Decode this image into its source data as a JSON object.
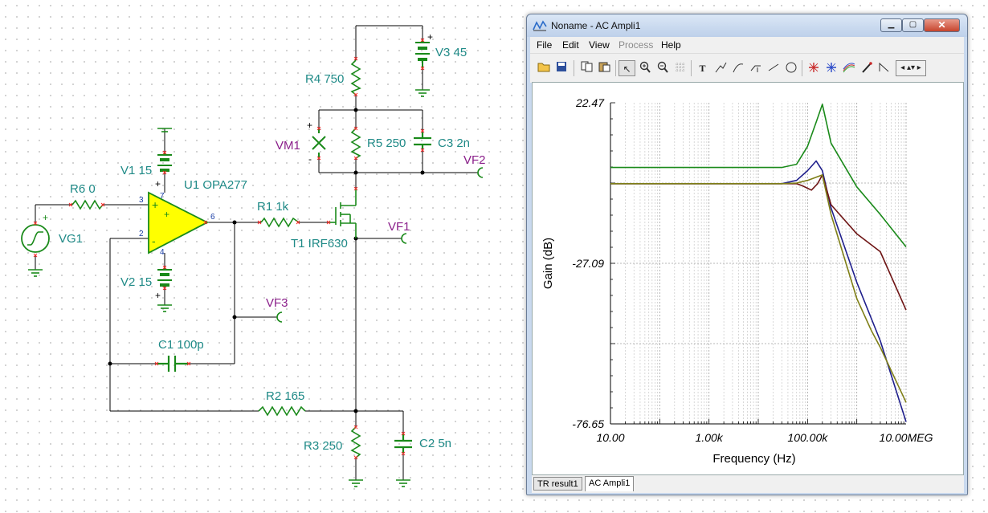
{
  "schematic": {
    "components": {
      "r6": "R6 0",
      "vg1": "VG1",
      "v1": "V1 15",
      "u1": "U1 OPA277",
      "v2": "V2 15",
      "r1": "R1 1k",
      "t1": "T1 IRF630",
      "r4": "R4 750",
      "v3": "V3 45",
      "vm1": "VM1",
      "r5": "R5 250",
      "c3": "C3 2n",
      "vf2": "VF2",
      "vf1": "VF1",
      "vf3": "VF3",
      "c1": "C1 100p",
      "r2": "R2 165",
      "r3": "R3 250",
      "c2": "C2 5n"
    },
    "pins": {
      "p3": "3",
      "p2": "2",
      "p6": "6",
      "p7": "7",
      "p4": "4",
      "plus": "+",
      "minus": "-"
    },
    "colors": {
      "wire": "#000000",
      "component": "#1a8a1a",
      "label": "#1f8a87",
      "probe": "#8a1e8a",
      "opamp_fill": "#ffff00",
      "pin_marker": "#ff2a2a"
    }
  },
  "window": {
    "title": "Noname - AC Ampli1",
    "icon": "tina-app-icon",
    "menu": [
      {
        "label": "File",
        "enabled": true
      },
      {
        "label": "Edit",
        "enabled": true
      },
      {
        "label": "View",
        "enabled": true
      },
      {
        "label": "Process",
        "enabled": false
      },
      {
        "label": "Help",
        "enabled": true
      }
    ],
    "tabs": [
      {
        "label": "TR result1"
      },
      {
        "label": "AC Ampli1"
      }
    ],
    "active_tab": "AC Ampli1"
  },
  "chart_data": {
    "type": "line",
    "title": "",
    "xlabel": "Frequency (Hz)",
    "ylabel": "Gain (dB)",
    "x_scale": "log",
    "xlim": [
      10,
      10000000
    ],
    "ylim": [
      -76.65,
      22.47
    ],
    "x_tick_labels": [
      "10.00",
      "1.00k",
      "100.00k",
      "10.00MEG"
    ],
    "y_tick_labels": [
      "22.47",
      "-27.09",
      "-76.65"
    ],
    "grid": true,
    "series": [
      {
        "color": "#1a8a1a",
        "x": [
          10,
          1000,
          30000,
          60000,
          100000,
          150000,
          200000,
          300000,
          1000000,
          3000000,
          10000000
        ],
        "y": [
          2.5,
          2.5,
          2.5,
          3.5,
          9.0,
          16.5,
          22.0,
          10.0,
          -3.5,
          -12.0,
          -22.0
        ]
      },
      {
        "color": "#1f1f8c",
        "x": [
          10,
          1000,
          30000,
          60000,
          100000,
          150000,
          200000,
          300000,
          1000000,
          3000000,
          10000000
        ],
        "y": [
          -2.5,
          -2.5,
          -2.5,
          -1.5,
          1.5,
          4.5,
          1.5,
          -10.0,
          -33.0,
          -51.0,
          -76.0
        ]
      },
      {
        "color": "#6e1414",
        "x": [
          10,
          1000,
          30000,
          60000,
          80000,
          120000,
          160000,
          200000,
          300000,
          1000000,
          3000000,
          10000000
        ],
        "y": [
          -2.5,
          -2.5,
          -2.5,
          -2.5,
          -3.2,
          -4.5,
          -2.5,
          0.2,
          -9.0,
          -18.0,
          -23.5,
          -41.5
        ]
      },
      {
        "color": "#7f7f17",
        "x": [
          10,
          1000,
          30000,
          60000,
          100000,
          150000,
          200000,
          300000,
          1000000,
          2000000,
          3000000,
          10000000
        ],
        "y": [
          -2.5,
          -2.5,
          -2.5,
          -2.3,
          -1.5,
          -0.5,
          0.2,
          -12.0,
          -38.0,
          -48.0,
          -53.0,
          -70.0
        ]
      }
    ]
  }
}
